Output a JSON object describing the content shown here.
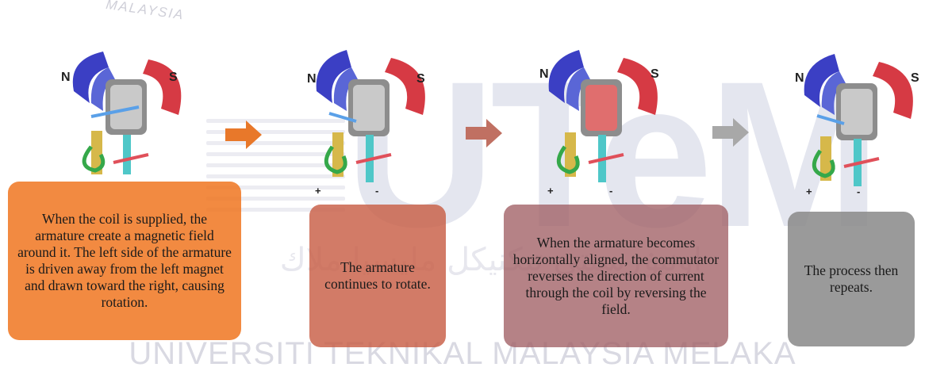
{
  "watermark": {
    "university": "UNIVERSITI TEKNIKAL MALAYSIA MELAKA",
    "arc_text": "MALAYSIA",
    "logo": "UTeM",
    "arabic": "اونيۏرسيتي تيكنيكل مليسيا ملاك"
  },
  "motors": [
    {
      "north": "N",
      "south": "S"
    },
    {
      "north": "N",
      "south": "S",
      "plus": "+",
      "minus": "-"
    },
    {
      "north": "N",
      "south": "S",
      "plus": "+",
      "minus": "-"
    },
    {
      "north": "N",
      "south": "S",
      "plus": "+",
      "minus": "-"
    }
  ],
  "steps": [
    {
      "text": "When the coil is supplied, the armature create a magnetic field around it. The left side of the armature is driven away from the left magnet and drawn toward the right, causing rotation.",
      "color": "#f07620"
    },
    {
      "text": "The armature continues to rotate.",
      "color": "#c85e46"
    },
    {
      "text": "When the armature becomes horizontally aligned, the commutator reverses the direction of current through the coil by reversing the field.",
      "color": "#a05f64"
    },
    {
      "text": "The process then repeats.",
      "color": "#8c8c8c"
    }
  ],
  "arrows": [
    {
      "color": "#e8782a"
    },
    {
      "color": "#c07062"
    },
    {
      "color": "#a8a8a8"
    }
  ]
}
